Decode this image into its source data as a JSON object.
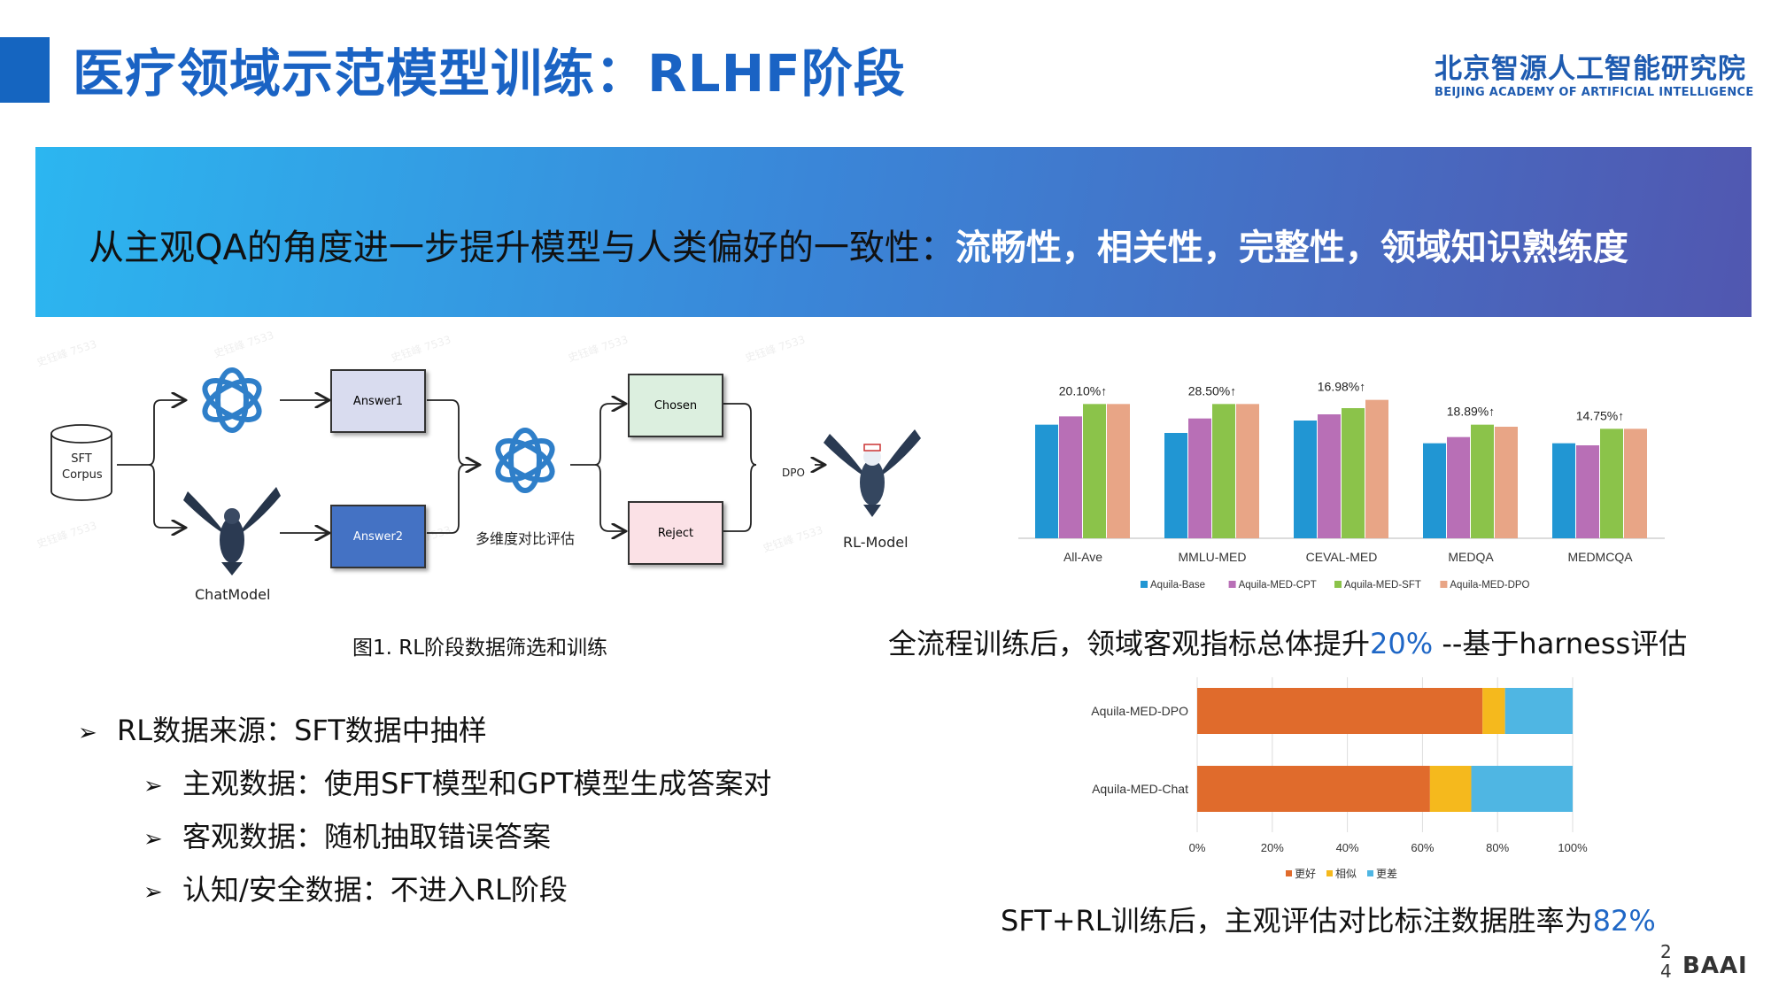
{
  "header": {
    "title": "医疗领域示范模型训练：RLHF阶段",
    "org_cn": "北京智源人工智能研究院",
    "org_en": "BEIJING ACADEMY OF ARTIFICIAL INTELLIGENCE"
  },
  "banner": {
    "text_plain": "从主观QA的角度进一步提升模型与人类偏好的一致性：",
    "text_highlight": "流畅性，相关性，完整性，领域知识熟练度"
  },
  "flow": {
    "sft_corpus": "SFT Corpus",
    "answer1": "Answer1",
    "answer2": "Answer2",
    "chatmodel": "ChatModel",
    "evaluate": "多维度对比评估",
    "chosen": "Chosen",
    "reject": "Reject",
    "dpo": "DPO",
    "rl_model": "RL-Model",
    "caption": "图1. RL阶段数据筛选和训练",
    "colors": {
      "answer1": "#d9dcef",
      "answer2": "#4472c4",
      "chosen": "#dcefdf",
      "reject": "#fbe1e6"
    }
  },
  "bullets": [
    {
      "text": "RL数据来源：SFT数据中抽样"
    },
    {
      "text": "主观数据：使用SFT模型和GPT模型生成答案对"
    },
    {
      "text": "客观数据：随机抽取错误答案"
    },
    {
      "text": "认知/安全数据：不进入RL阶段"
    }
  ],
  "chart_data": [
    {
      "type": "bar",
      "categories": [
        "All-Ave",
        "MMLU-MED",
        "CEVAL-MED",
        "MEDQA",
        "MEDMCQA"
      ],
      "series": [
        {
          "name": "Aquila-Base",
          "values": [
            0.55,
            0.51,
            0.57,
            0.46,
            0.46
          ],
          "color": "#2196d3"
        },
        {
          "name": "Aquila-MED-CPT",
          "values": [
            0.59,
            0.58,
            0.6,
            0.49,
            0.45
          ],
          "color": "#b86fb6"
        },
        {
          "name": "Aquila-MED-SFT",
          "values": [
            0.65,
            0.65,
            0.63,
            0.55,
            0.53
          ],
          "color": "#8bc34a"
        },
        {
          "name": "Aquila-MED-DPO",
          "values": [
            0.65,
            0.65,
            0.67,
            0.54,
            0.53
          ],
          "color": "#e8a586"
        }
      ],
      "annotations": [
        "20.10%↑",
        "28.50%↑",
        "16.98%↑",
        "18.89%↑",
        "14.75%↑"
      ],
      "ylim": [
        0,
        0.72
      ],
      "legend": "bottom"
    },
    {
      "type": "bar",
      "orientation": "horizontal",
      "stacked": true,
      "categories": [
        "Aquila-MED-DPO",
        "Aquila-MED-Chat"
      ],
      "series": [
        {
          "name": "更好",
          "values": [
            76,
            62
          ],
          "color": "#e06b2c"
        },
        {
          "name": "相似",
          "values": [
            6,
            11
          ],
          "color": "#f5b91d"
        },
        {
          "name": "更差",
          "values": [
            18,
            27
          ],
          "color": "#4fb6e3"
        }
      ],
      "xticks": [
        "0%",
        "20%",
        "40%",
        "60%",
        "80%",
        "100%"
      ],
      "xlim": [
        0,
        100
      ],
      "legend": "bottom"
    }
  ],
  "captions": {
    "bar_prefix": "全流程训练后，领域客观指标总体提升",
    "bar_value": "20%",
    "bar_suffix": " --基于harness评估",
    "stack_prefix": "SFT+RL训练后，主观评估对比标注数据胜率为",
    "stack_value": "82%"
  },
  "footer": {
    "page_number": "24",
    "logo": "BAAI"
  }
}
